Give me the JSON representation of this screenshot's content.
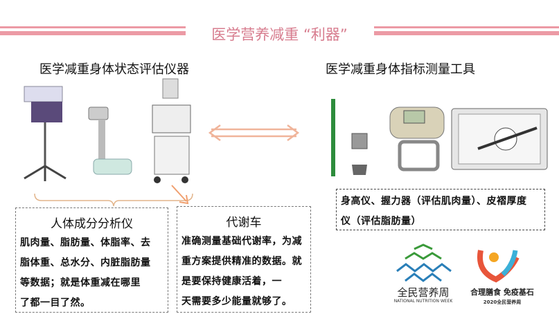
{
  "header": {
    "title": "医学营养减重 “利器”",
    "accent": "#ec9aa5"
  },
  "left": {
    "heading": "医学减重身体状态评估仪器"
  },
  "right": {
    "heading": "医学减重身体指标测量工具"
  },
  "boxes": {
    "body_comp": {
      "title": "人体成分分析仪",
      "lines": [
        "肌肉量、脂肪量、体脂率、去",
        "脂体重、总水分、内脏脂肪量",
        "等数据；就是体重减在哪里",
        "了都一目了然。"
      ]
    },
    "metabolic": {
      "title": "代谢车",
      "lines": [
        "准确测量基础代谢率，为减",
        "重方案提供精准的数据。就",
        "是要保持健康活着，一",
        "天需要多少能量就够了。"
      ]
    },
    "tools": {
      "lines": [
        "身高仪、握力器（评估肌肉量）、皮褶厚度",
        "仪（评估脂肪量）"
      ]
    }
  },
  "logos": {
    "nnw": {
      "cn": "全民营养周",
      "en": "NATIONAL NUTRITION WEEK"
    },
    "campaign": {
      "slogan": "合理膳食 免疫基石",
      "sub": "2020全民营养周"
    }
  }
}
